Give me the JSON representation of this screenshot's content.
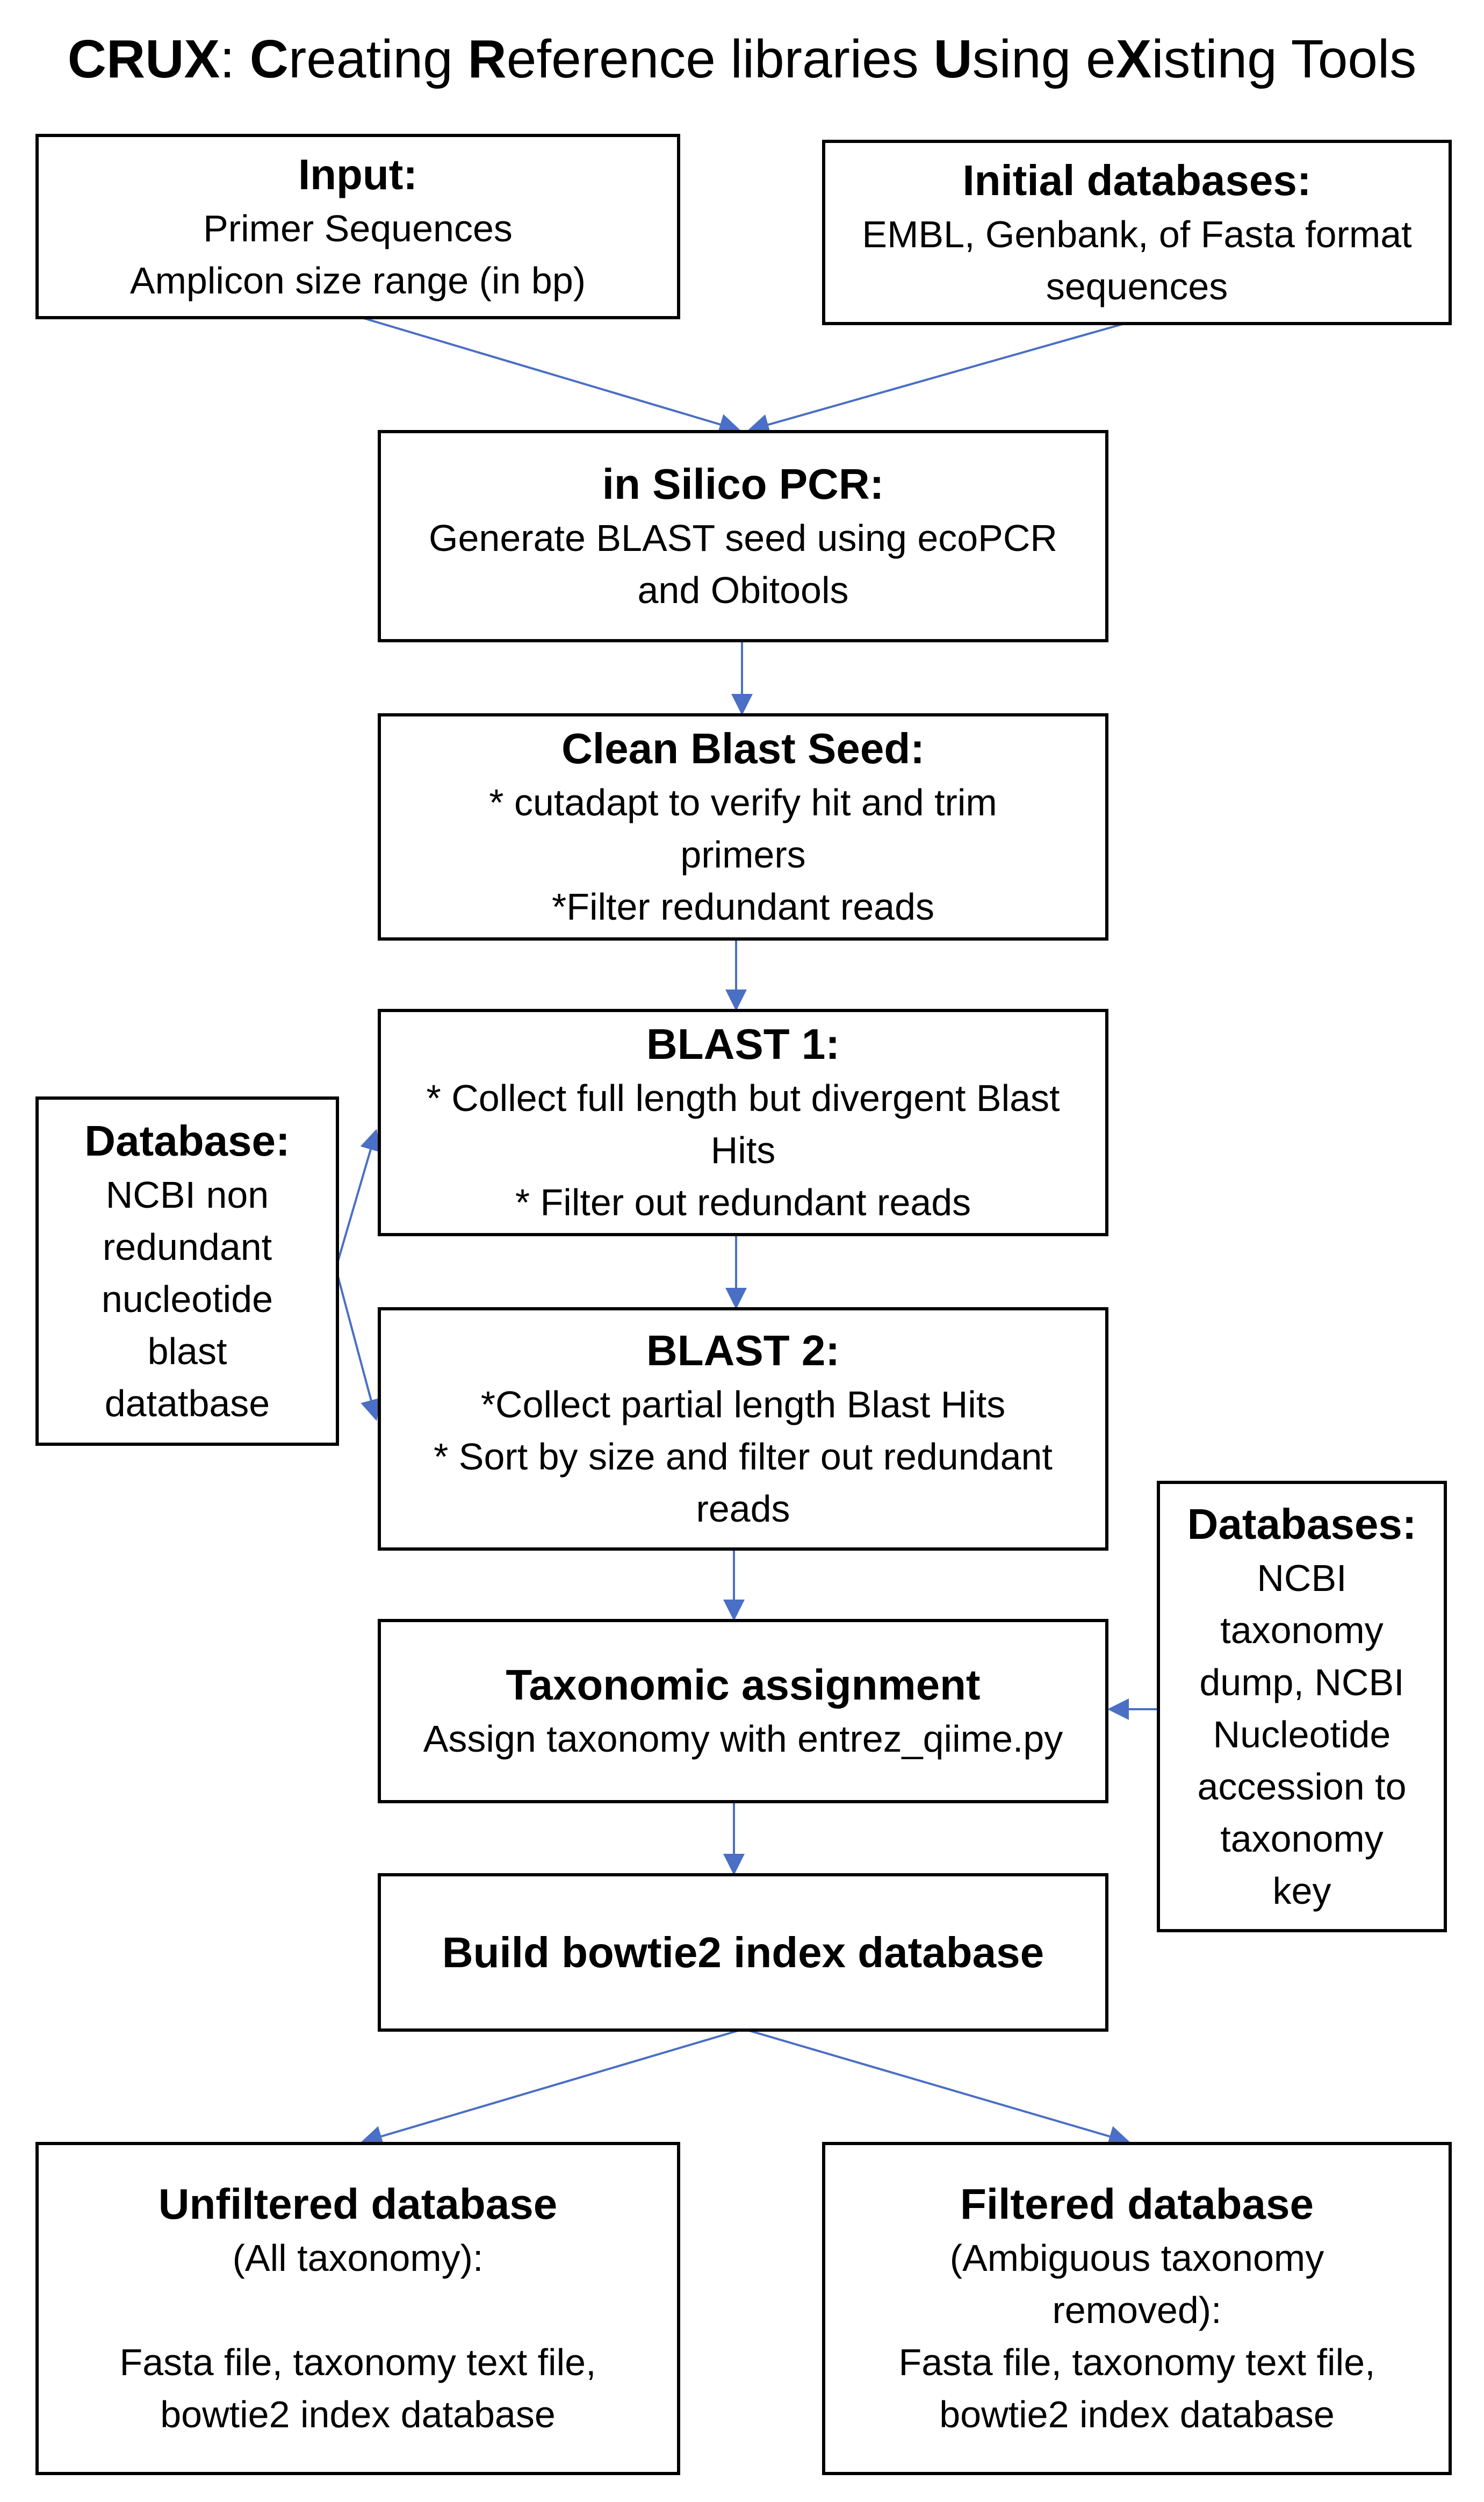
{
  "title": {
    "segments": [
      {
        "text": "CRUX",
        "bold": true
      },
      {
        "text": ": ",
        "bold": false
      },
      {
        "text": "C",
        "bold": true
      },
      {
        "text": "reating ",
        "bold": false
      },
      {
        "text": "R",
        "bold": true
      },
      {
        "text": "eference libraries ",
        "bold": false
      },
      {
        "text": "U",
        "bold": true
      },
      {
        "text": "sing e",
        "bold": false
      },
      {
        "text": "X",
        "bold": true
      },
      {
        "text": "isting Tools",
        "bold": false
      }
    ]
  },
  "boxes": {
    "input": {
      "heading": "Input:",
      "lines": [
        "Primer Sequences",
        "Amplicon size range (in bp)"
      ]
    },
    "initial_databases": {
      "heading": "Initial databases:",
      "lines": [
        "EMBL, Genbank, of Fasta format",
        "sequences"
      ]
    },
    "in_silico_pcr": {
      "heading": "in Silico PCR:",
      "lines": [
        "Generate BLAST seed using ecoPCR",
        "and Obitools"
      ]
    },
    "clean_blast_seed": {
      "heading": "Clean Blast Seed:",
      "lines": [
        "* cutadapt to verify hit and trim",
        "primers",
        "*Filter redundant reads"
      ]
    },
    "blast1": {
      "heading": "BLAST 1:",
      "lines": [
        "* Collect full length but divergent Blast",
        "Hits",
        "* Filter out redundant reads"
      ]
    },
    "database_ncbi": {
      "heading": "Database:",
      "lines": [
        "NCBI non",
        "redundant",
        "nucleotide",
        "blast",
        "datatbase"
      ]
    },
    "blast2": {
      "heading": "BLAST 2:",
      "lines": [
        "*Collect partial length Blast Hits",
        "*  Sort by size and filter out redundant",
        "reads"
      ]
    },
    "databases_taxonomy": {
      "heading": "Databases:",
      "lines": [
        "NCBI",
        "taxonomy",
        "dump, NCBI",
        "Nucleotide",
        "accession to",
        "taxonomy",
        "key"
      ]
    },
    "taxonomic_assignment": {
      "heading": "Taxonomic assignment",
      "lines": [
        "Assign taxonomy with entrez_qiime.py"
      ]
    },
    "build_bowtie2": {
      "heading": "Build bowtie2 index database",
      "lines": []
    },
    "unfiltered_database": {
      "heading": "Unfiltered database",
      "lines": [
        "(All taxonomy):",
        "",
        "Fasta file, taxonomy text file,",
        "bowtie2 index database"
      ]
    },
    "filtered_database": {
      "heading": "Filtered database",
      "lines": [
        "(Ambiguous taxonomy",
        "removed):",
        "Fasta file, taxonomy text file,",
        "bowtie2 index database"
      ]
    }
  },
  "colors": {
    "arrow": "#4a6fc4",
    "border": "#000000",
    "text": "#000000",
    "background": "#ffffff"
  }
}
